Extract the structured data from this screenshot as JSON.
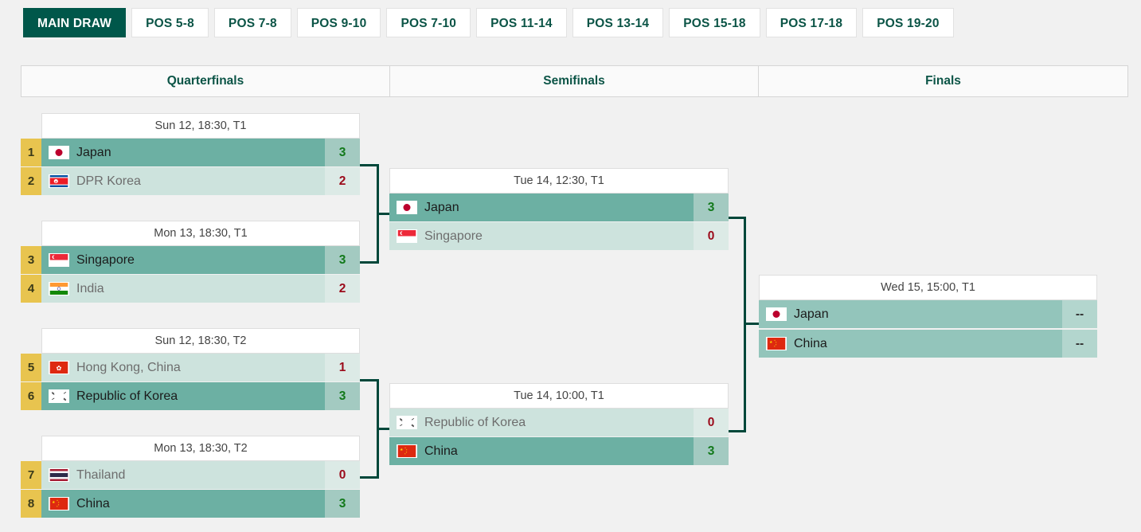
{
  "tabs": [
    {
      "label": "MAIN DRAW",
      "active": true
    },
    {
      "label": "POS 5-8",
      "active": false
    },
    {
      "label": "POS 7-8",
      "active": false
    },
    {
      "label": "POS 9-10",
      "active": false
    },
    {
      "label": "POS 7-10",
      "active": false
    },
    {
      "label": "POS 11-14",
      "active": false
    },
    {
      "label": "POS 13-14",
      "active": false
    },
    {
      "label": "POS 15-18",
      "active": false
    },
    {
      "label": "POS 17-18",
      "active": false
    },
    {
      "label": "POS 19-20",
      "active": false
    }
  ],
  "rounds": [
    {
      "label": "Quarterfinals"
    },
    {
      "label": "Semifinals"
    },
    {
      "label": "Finals"
    }
  ],
  "colors": {
    "page_background": "#f1f1f1",
    "active_tab": "#00574a",
    "tab_text": "#0b5446",
    "seed_box": "#e8c44f",
    "winner_name": "#6cb0a3",
    "winner_score": "#a3cac1",
    "loser_name": "#cde3dd",
    "loser_score": "#dceae6",
    "pending_name": "#93c5bb",
    "pending_score": "#b3d6ce",
    "win_score_text": "#12791b",
    "lose_score_text": "#9b0a1a",
    "connector": "#00473a"
  },
  "bracket": {
    "quarterfinals": [
      {
        "date": "Sun 12, 18:30, T1",
        "teams": [
          {
            "seed": "1",
            "name": "Japan",
            "flag": "japan",
            "score": "3",
            "result": "win"
          },
          {
            "seed": "2",
            "name": "DPR Korea",
            "flag": "dpr-korea",
            "score": "2",
            "result": "lose"
          }
        ]
      },
      {
        "date": "Mon 13, 18:30, T1",
        "teams": [
          {
            "seed": "3",
            "name": "Singapore",
            "flag": "singapore",
            "score": "3",
            "result": "win"
          },
          {
            "seed": "4",
            "name": "India",
            "flag": "india",
            "score": "2",
            "result": "lose"
          }
        ]
      },
      {
        "date": "Sun 12, 18:30, T2",
        "teams": [
          {
            "seed": "5",
            "name": "Hong Kong, China",
            "flag": "hong-kong",
            "score": "1",
            "result": "lose"
          },
          {
            "seed": "6",
            "name": "Republic of Korea",
            "flag": "korea",
            "score": "3",
            "result": "win"
          }
        ]
      },
      {
        "date": "Mon 13, 18:30, T2",
        "teams": [
          {
            "seed": "7",
            "name": "Thailand",
            "flag": "thailand",
            "score": "0",
            "result": "lose"
          },
          {
            "seed": "8",
            "name": "China",
            "flag": "china",
            "score": "3",
            "result": "win"
          }
        ]
      }
    ],
    "semifinals": [
      {
        "date": "Tue 14, 12:30, T1",
        "teams": [
          {
            "name": "Japan",
            "flag": "japan",
            "score": "3",
            "result": "win"
          },
          {
            "name": "Singapore",
            "flag": "singapore",
            "score": "0",
            "result": "lose"
          }
        ]
      },
      {
        "date": "Tue 14, 10:00, T1",
        "teams": [
          {
            "name": "Republic of Korea",
            "flag": "korea",
            "score": "0",
            "result": "lose"
          },
          {
            "name": "China",
            "flag": "china",
            "score": "3",
            "result": "win"
          }
        ]
      }
    ],
    "finals": [
      {
        "date": "Wed 15, 15:00, T1",
        "teams": [
          {
            "name": "Japan",
            "flag": "japan",
            "score": "--",
            "result": "pend"
          },
          {
            "name": "China",
            "flag": "china",
            "score": "--",
            "result": "pend"
          }
        ]
      }
    ]
  }
}
